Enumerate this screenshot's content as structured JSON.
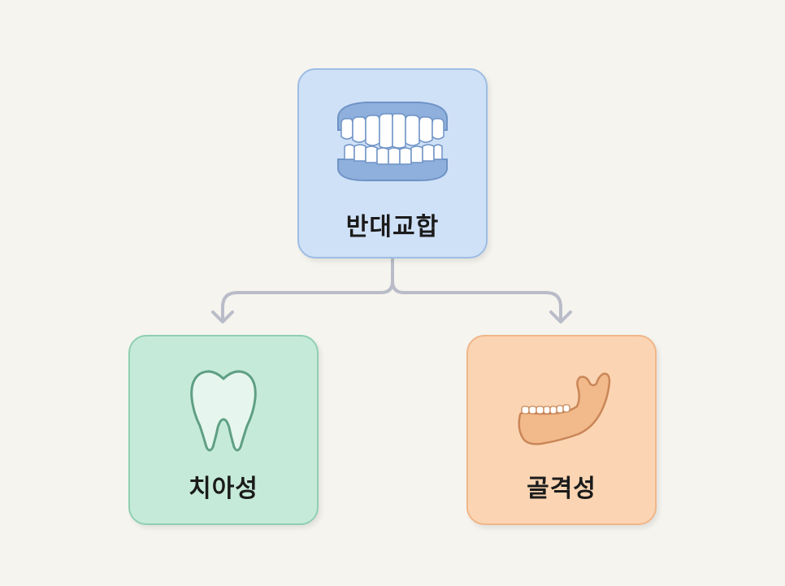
{
  "diagram": {
    "root": {
      "label": "반대교합",
      "icon": "teeth-occlusion-icon"
    },
    "children": [
      {
        "label": "치아성",
        "icon": "tooth-icon"
      },
      {
        "label": "골격성",
        "icon": "jaw-bone-icon"
      }
    ]
  },
  "colors": {
    "background": "#f5f4ef",
    "root_fill": "#cfe1f7",
    "left_fill": "#c6ead9",
    "right_fill": "#fbd5b3",
    "connector": "#b9bcc8"
  }
}
